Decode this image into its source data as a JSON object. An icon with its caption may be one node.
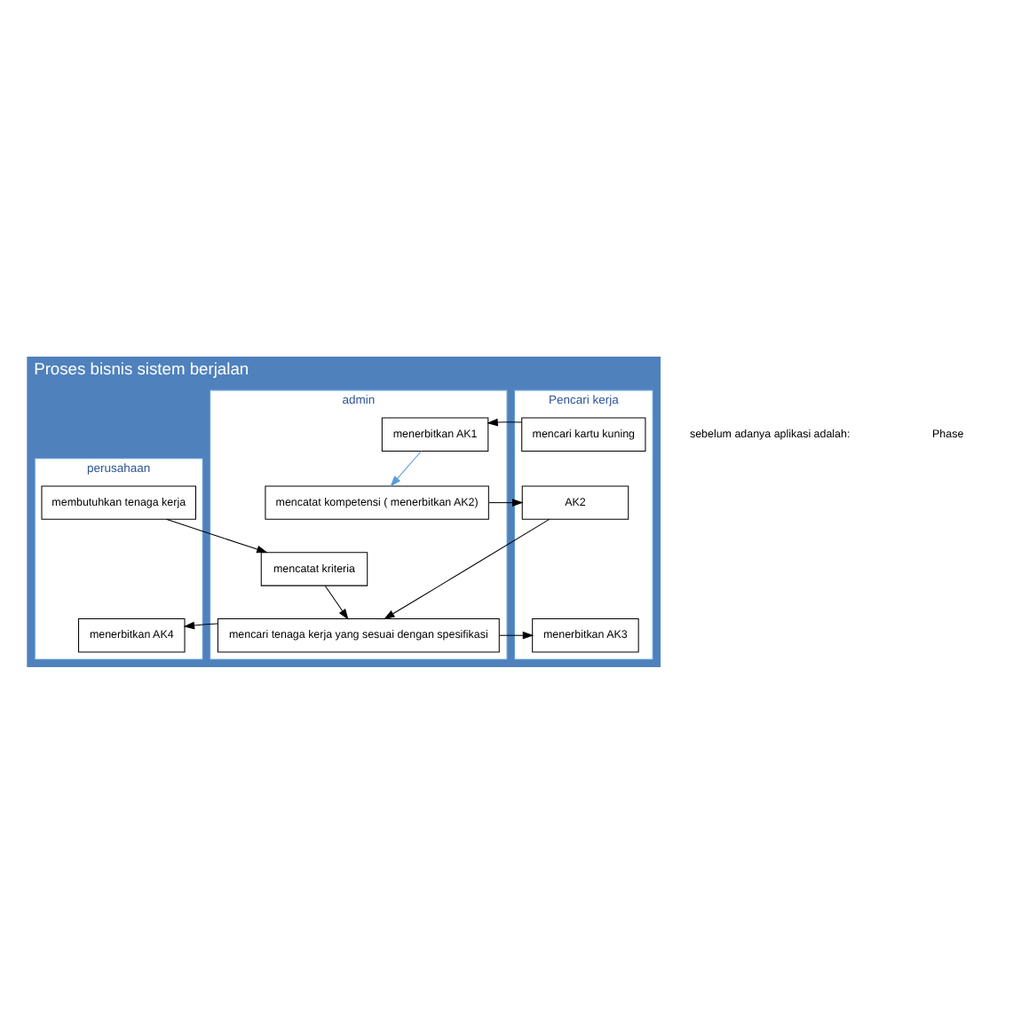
{
  "diagram": {
    "nodes": [
      {
        "text": [
          "Proses bisnis sistem berjalan"
        ]
      },
      {
        "text": [
          "Pencari kerja"
        ],
        "in": 0
      },
      {
        "text": [
          "admin"
        ],
        "in": 0
      },
      {
        "text": [
          "perusahaan"
        ],
        "in": 0
      },
      {
        "text": [
          "mencari kartu kuning"
        ],
        "in": 1
      },
      {
        "text": [
          "menerbitkan AK1"
        ],
        "in": 2
      },
      {
        "text": [
          "AK2"
        ],
        "in": 1
      },
      {
        "text": [
          "mencatat kompetensi ( menerbitkan AK2)"
        ],
        "in": 2
      },
      {
        "text": [
          "membutuhkan tenaga kerja"
        ],
        "in": 3
      },
      {
        "text": [
          "mencatat kriteria"
        ],
        "in": 2
      },
      {
        "text": [
          "menerbitkan AK3"
        ],
        "in": 1
      },
      {
        "text": [
          "mencari tenaga kerja yang sesuai dengan spesifikasi"
        ],
        "in": 2
      },
      {
        "text": [
          "menerbitkan AK4"
        ],
        "in": 3
      }
    ],
    "edges": [
      {
        "from": 4,
        "to": 5,
        "arrow": "to"
      },
      {
        "from": 5,
        "to": 7,
        "arrow": "to",
        "color": "#5b9bd5"
      },
      {
        "from": 7,
        "to": 6,
        "arrow": "to"
      },
      {
        "from": 8,
        "to": 9,
        "arrow": "to"
      },
      {
        "from": 9,
        "to": 11,
        "arrow": "to"
      },
      {
        "from": 6,
        "to": 11,
        "arrow": "to"
      },
      {
        "from": 11,
        "to": 10,
        "arrow": "to"
      },
      {
        "from": 11,
        "to": 12,
        "arrow": "to"
      }
    ],
    "labels": [
      "sebelum adanya aplikasi adalah:",
      "Phase"
    ]
  }
}
